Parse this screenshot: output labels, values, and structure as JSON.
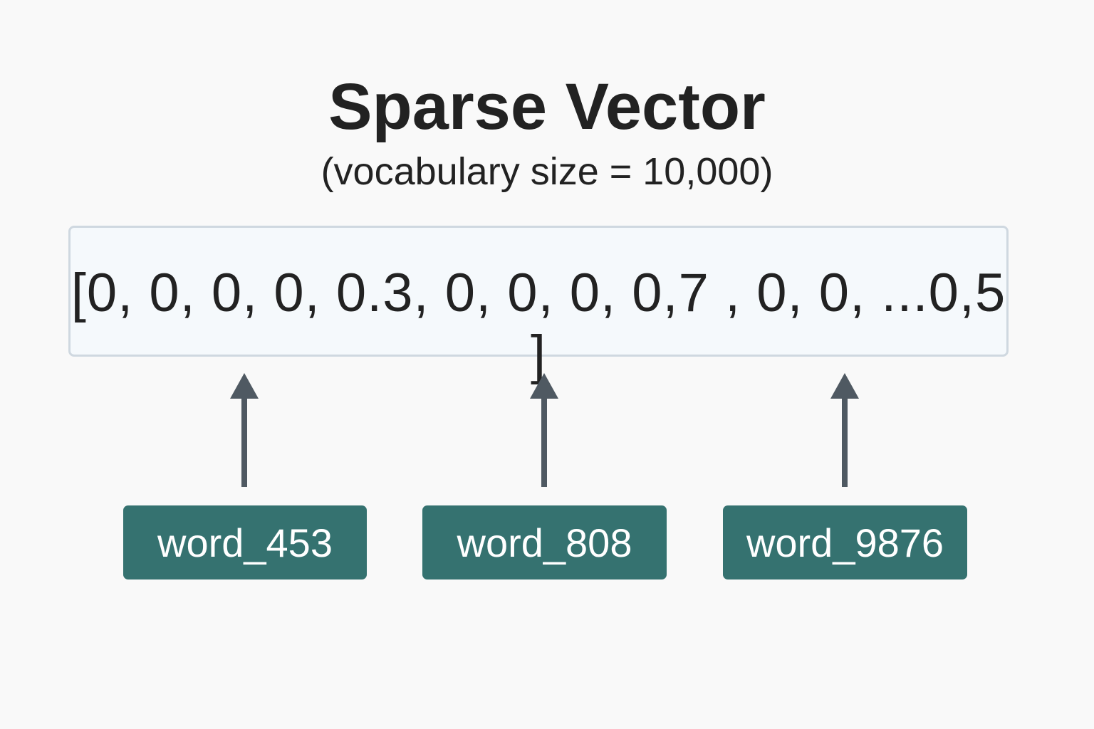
{
  "diagram": {
    "title": "Sparse Vector",
    "subtitle": "(vocabulary size = 10,000)",
    "vector": "[0, 0, 0, 0, 0.3, 0, 0, 0, 0,7 , 0, 0, ...0,5 ]",
    "words": [
      {
        "label": "word_453"
      },
      {
        "label": "word_808"
      },
      {
        "label": "word_9876"
      }
    ],
    "colors": {
      "background": "#f9f9f9",
      "vector_box_fill": "#f5f9fc",
      "vector_box_border": "#cfd8e0",
      "word_box": "#357270",
      "arrow": "#4f5962",
      "text": "#222222"
    }
  }
}
